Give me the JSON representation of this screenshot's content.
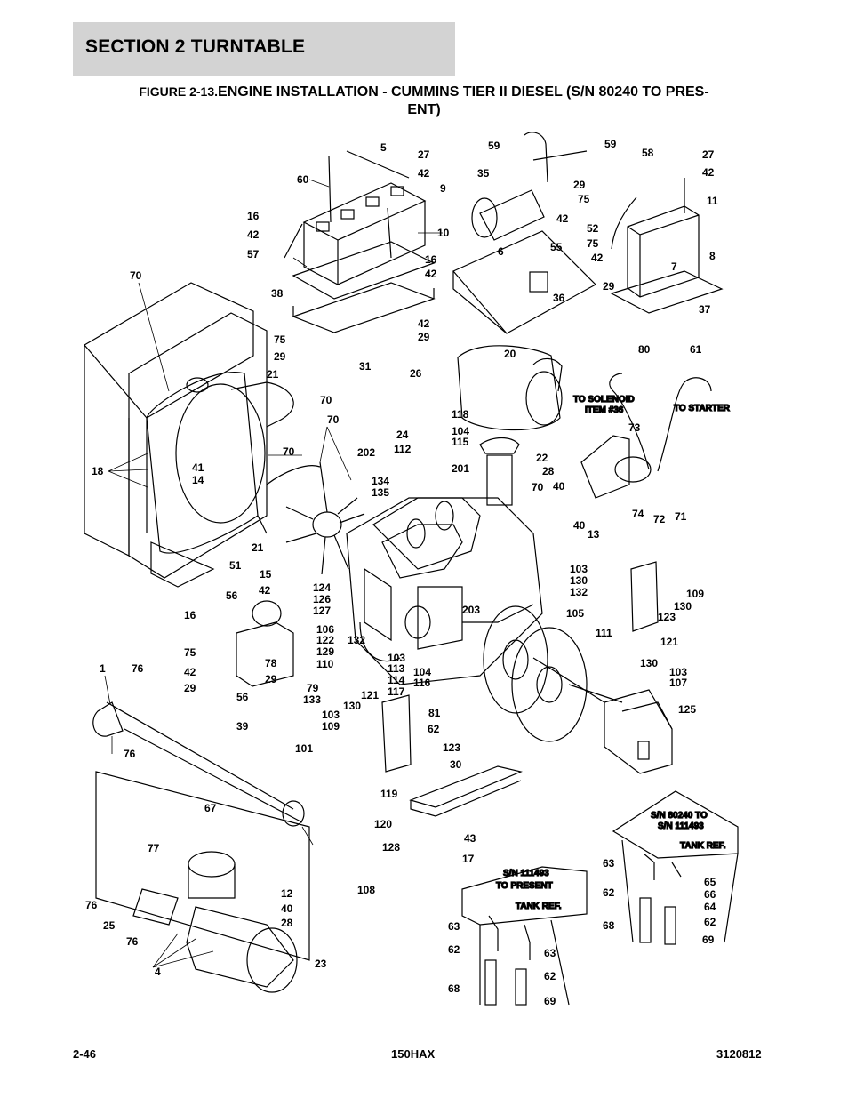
{
  "header": {
    "section_title": "SECTION 2   TURNTABLE"
  },
  "figure": {
    "prefix": "FIGURE 2-13.",
    "title_line1": "ENGINE INSTALLATION - CUMMINS TIER II DIESEL (S/N 80240 TO PRES-",
    "title_line2": "ENT)"
  },
  "notes": {
    "to_solenoid_1": "TO SOLENOID",
    "to_solenoid_2": "ITEM #36",
    "to_starter": "TO STARTER",
    "sn_80240_1": "S/N 80240 TO",
    "sn_80240_2": "S/N 111493",
    "tank_ref_a": "TANK REF.",
    "sn_111493_1": "S/N 111493",
    "sn_111493_2": "TO PRESENT",
    "tank_ref_b": "TANK REF."
  },
  "callouts": [
    "5",
    "27",
    "42",
    "60",
    "9",
    "16",
    "42",
    "57",
    "10",
    "16",
    "42",
    "38",
    "70",
    "75",
    "29",
    "31",
    "42",
    "29",
    "59",
    "59",
    "58",
    "27",
    "42",
    "35",
    "29",
    "75",
    "11",
    "42",
    "52",
    "75",
    "42",
    "6",
    "55",
    "36",
    "29",
    "7",
    "8",
    "37",
    "20",
    "26",
    "80",
    "61",
    "118",
    "104",
    "115",
    "24",
    "112",
    "22",
    "73",
    "28",
    "40",
    "201",
    "70",
    "21",
    "70",
    "70",
    "70",
    "202",
    "134",
    "135",
    "18",
    "41",
    "14",
    "21",
    "51",
    "15",
    "42",
    "124",
    "126",
    "127",
    "56",
    "16",
    "75",
    "42",
    "29",
    "106",
    "122",
    "129",
    "110",
    "78",
    "29",
    "56",
    "132",
    "103",
    "113",
    "114",
    "117",
    "104",
    "116",
    "203",
    "103",
    "130",
    "132",
    "105",
    "109",
    "130",
    "123",
    "121",
    "111",
    "130",
    "103",
    "107",
    "125",
    "40",
    "13",
    "74",
    "72",
    "71",
    "1",
    "76",
    "76",
    "39",
    "79",
    "133",
    "121",
    "130",
    "103",
    "109",
    "81",
    "62",
    "123",
    "101",
    "30",
    "67",
    "119",
    "120",
    "43",
    "128",
    "17",
    "77",
    "76",
    "25",
    "76",
    "12",
    "40",
    "28",
    "108",
    "4",
    "23",
    "63",
    "65",
    "66",
    "64",
    "62",
    "62",
    "68",
    "69",
    "63",
    "63",
    "62",
    "62",
    "68",
    "69"
  ],
  "footer": {
    "page_number": "2-46",
    "model": "150HAX",
    "doc_number": "3120812"
  }
}
